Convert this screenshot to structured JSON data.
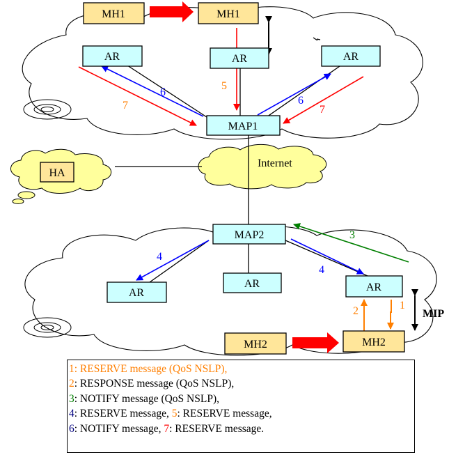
{
  "colors": {
    "ar_fill": "#ccffff",
    "mh_fill": "#ffe69a",
    "cloud_fill": "#ffffff",
    "small_cloud_fill": "#ffff9c",
    "red": "#ff0000",
    "blue": "#0000ff",
    "orange": "#ff7f00",
    "green": "#007f00",
    "navy": "#00007f"
  },
  "nodes": {
    "mh1_old": "MH1",
    "mh1_new": "MH1",
    "ar_top_left": "AR",
    "ar_top_center": "AR",
    "ar_top_right": "AR",
    "map1": "MAP1",
    "ha": "HA",
    "internet": "Internet",
    "map2": "MAP2",
    "ar_bottom_left": "AR",
    "ar_bottom_center": "AR",
    "ar_bottom_right": "AR",
    "mh2_old": "MH2",
    "mh2_new": "MH2",
    "mip_label": "MIP"
  },
  "arrow_labels": {
    "top_left_blue": "6",
    "top_left_red": "7",
    "top_center_red": "5",
    "top_right_blue": "6",
    "top_right_red": "7",
    "green": "3",
    "bottom_left_blue": "4",
    "bottom_right_blue": "4",
    "orange_up": "2",
    "orange_down": "1"
  },
  "legend": [
    [
      {
        "text": "1",
        "color": "orange"
      },
      {
        "text": ": RESERVE message (QoS NSLP),",
        "color": "orange"
      }
    ],
    [
      {
        "text": "2",
        "color": "orange"
      },
      {
        "text": ": RESPONSE message (QoS NSLP),",
        "color": "black"
      }
    ],
    [
      {
        "text": "3",
        "color": "green"
      },
      {
        "text": ": NOTIFY message (QoS NSLP),",
        "color": "black"
      }
    ],
    [
      {
        "text": "4",
        "color": "navy"
      },
      {
        "text": ": RESERVE message, ",
        "color": "black"
      },
      {
        "text": "5",
        "color": "orange"
      },
      {
        "text": ": RESERVE message,",
        "color": "black"
      }
    ],
    [
      {
        "text": "6",
        "color": "navy"
      },
      {
        "text": ": NOTIFY message, ",
        "color": "black"
      },
      {
        "text": "7",
        "color": "red"
      },
      {
        "text": ": RESERVE message.",
        "color": "black"
      }
    ]
  ]
}
